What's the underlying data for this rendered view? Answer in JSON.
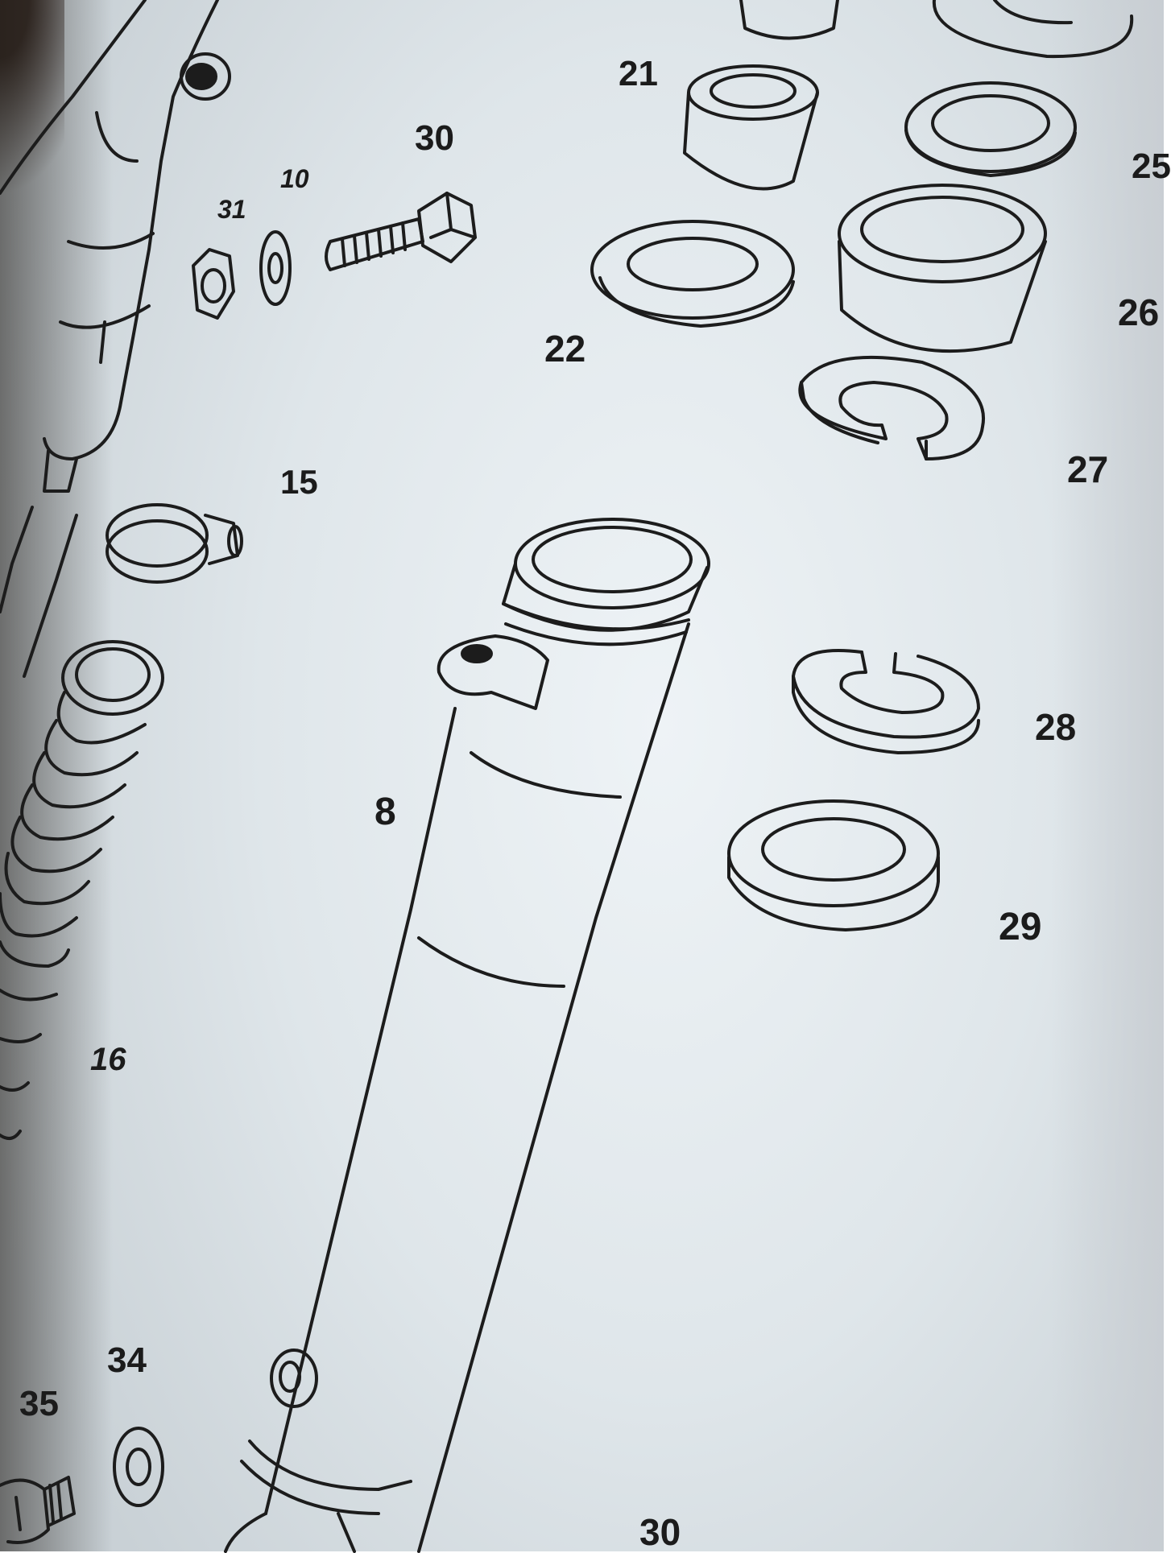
{
  "labels": {
    "p21": "21",
    "p25": "25",
    "p30_top": "30",
    "p31": "31",
    "p10": "10",
    "p22": "22",
    "p26": "26",
    "p27": "27",
    "p15": "15",
    "p28": "28",
    "p8": "8",
    "p29": "29",
    "p16": "16",
    "p34": "34",
    "p35": "35",
    "p30_bottom": "30"
  }
}
